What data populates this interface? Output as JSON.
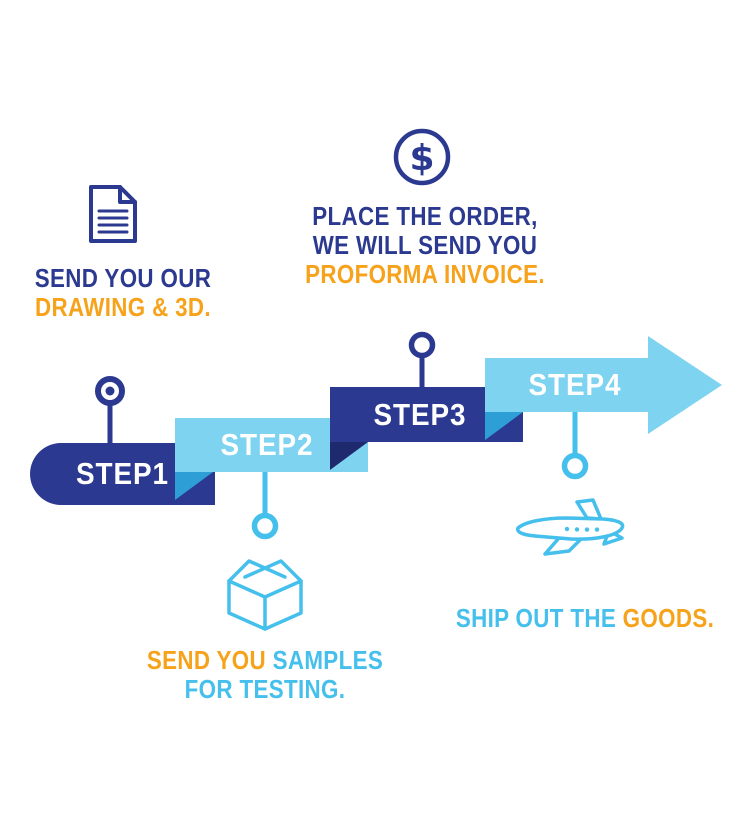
{
  "colors": {
    "navy": "#2b3990",
    "navy_dark": "#1f2a6e",
    "band_light_blue": "#7ed3f0",
    "fold_blue": "#2e9fd6",
    "accent_blue": "#45bfec",
    "orange": "#f7a21b",
    "white": "#ffffff"
  },
  "dollar_symbol": "$",
  "steps": [
    {
      "label": "STEP1",
      "icon": "document-icon",
      "caption": {
        "line1": "SEND YOU OUR",
        "line2": "DRAWING & 3D."
      }
    },
    {
      "label": "STEP2",
      "icon": "package-box-icon",
      "caption": {
        "line1_orange": "SEND YOU ",
        "line1_blue": "SAMPLES",
        "line2": "FOR TESTING."
      }
    },
    {
      "label": "STEP3",
      "icon": "dollar-coin-icon",
      "caption": {
        "line1": "PLACE THE ORDER,",
        "line2": "WE WILL SEND YOU",
        "line3": "PROFORMA INVOICE."
      }
    },
    {
      "label": "STEP4",
      "icon": "airplane-icon",
      "caption": {
        "line1_blue": "SHIP OUT THE ",
        "line1_orange": "GOODS."
      }
    }
  ]
}
